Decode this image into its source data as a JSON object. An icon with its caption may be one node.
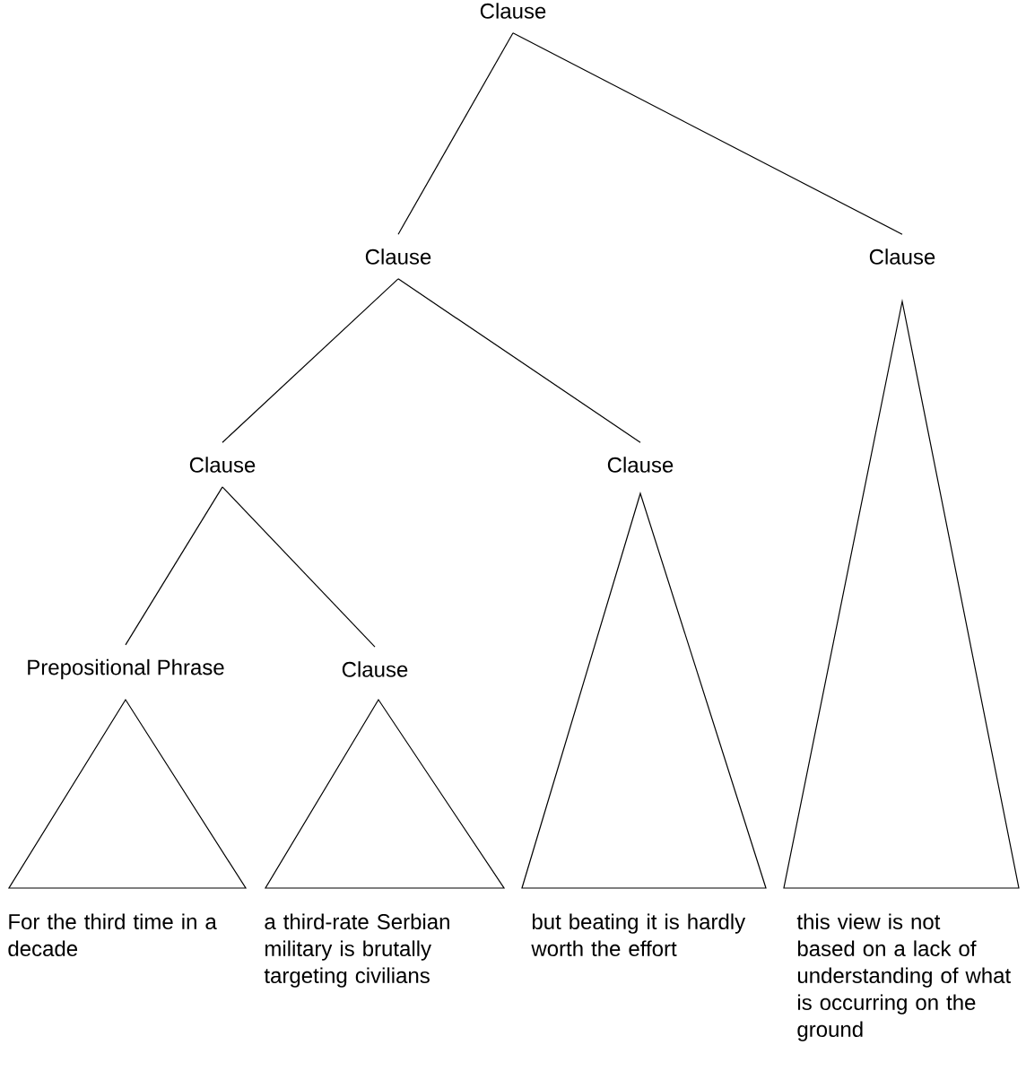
{
  "diagram": {
    "nodes": [
      {
        "text": [
          "Clause"
        ]
      },
      {
        "text": [
          "Clause"
        ]
      },
      {
        "text": [
          "Clause"
        ]
      },
      {
        "text": [
          "Clause"
        ]
      },
      {
        "text": [
          "Clause"
        ]
      },
      {
        "text": [
          "Prepositional Phrase"
        ]
      },
      {
        "text": [
          "Clause"
        ]
      },
      {
        "text": [
          "For the third time in a decade"
        ]
      },
      {
        "text": [
          "a third-rate Serbian military is brutally targeting civilians"
        ]
      },
      {
        "text": [
          "but beating it is hardly worth the effort"
        ]
      },
      {
        "text": [
          "this view is not based on a lack of understanding of what is occurring on the ground"
        ]
      }
    ],
    "edges": [
      {
        "from": 0,
        "to": 1,
        "arrow": "none"
      },
      {
        "from": 0,
        "to": 2,
        "arrow": "none"
      },
      {
        "from": 1,
        "to": 3,
        "arrow": "none"
      },
      {
        "from": 1,
        "to": 4,
        "arrow": "none"
      },
      {
        "from": 3,
        "to": 5,
        "arrow": "none"
      },
      {
        "from": 3,
        "to": 6,
        "arrow": "none"
      }
    ]
  }
}
